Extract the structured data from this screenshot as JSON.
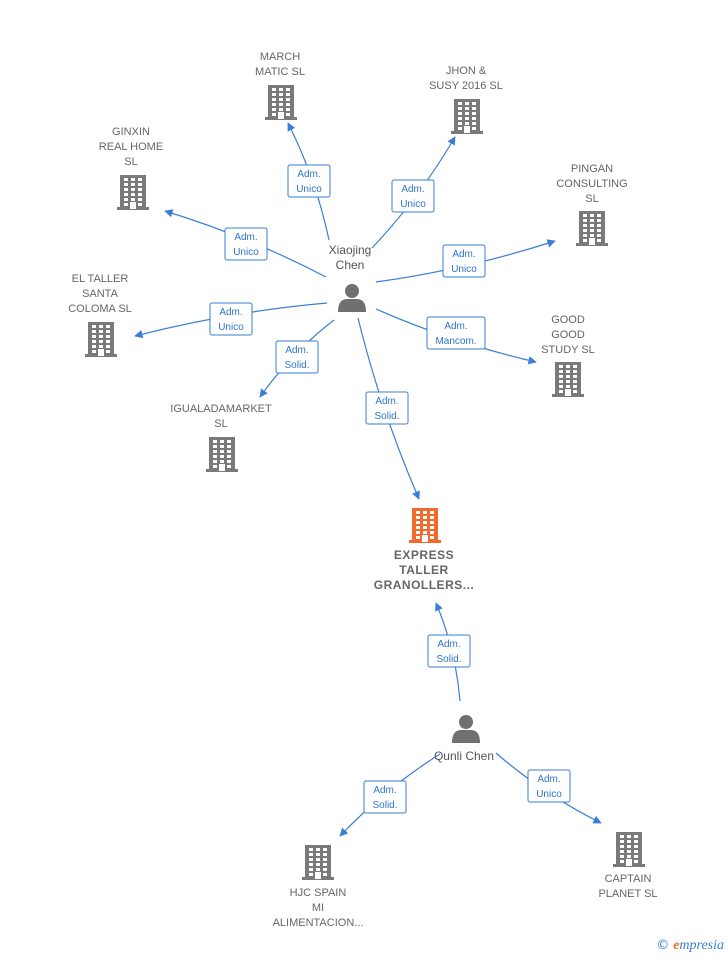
{
  "colors": {
    "edge": "#3a7fd5",
    "building": "#7a7a7a",
    "main_building": "#f26a2e",
    "person": "#707070"
  },
  "nodes": [
    {
      "id": "xiaojing",
      "kind": "person",
      "lines": [
        "Xiaojing",
        "Chen"
      ]
    },
    {
      "id": "qunli",
      "kind": "person",
      "lines": [
        "Qunli Chen"
      ]
    },
    {
      "id": "express",
      "kind": "company",
      "main": true,
      "lines": [
        "EXPRESS",
        "TALLER",
        "GRANOLLERS..."
      ]
    },
    {
      "id": "march",
      "kind": "company",
      "lines": [
        "MARCH",
        "MATIC  SL"
      ]
    },
    {
      "id": "jhon",
      "kind": "company",
      "lines": [
        "JHON &",
        "SUSY 2016  SL"
      ]
    },
    {
      "id": "ginxin",
      "kind": "company",
      "lines": [
        "GINXIN",
        "REAL HOME",
        "SL"
      ]
    },
    {
      "id": "pingan",
      "kind": "company",
      "lines": [
        "PINGAN",
        "CONSULTING",
        "SL"
      ]
    },
    {
      "id": "eltaller",
      "kind": "company",
      "lines": [
        "EL TALLER",
        "SANTA",
        "COLOMA  SL"
      ]
    },
    {
      "id": "goodgood",
      "kind": "company",
      "lines": [
        "GOOD",
        "GOOD",
        "STUDY  SL"
      ]
    },
    {
      "id": "igualada",
      "kind": "company",
      "lines": [
        "IGUALADAMARKET",
        "SL"
      ]
    },
    {
      "id": "hjc",
      "kind": "company",
      "lines": [
        "HJC SPAIN",
        "MI",
        "ALIMENTACION..."
      ]
    },
    {
      "id": "captain",
      "kind": "company",
      "lines": [
        "CAPTAIN",
        "PLANET  SL"
      ]
    }
  ],
  "edges": [
    {
      "from": "xiaojing",
      "to": "march",
      "role": [
        "Adm.",
        "Unico"
      ]
    },
    {
      "from": "xiaojing",
      "to": "jhon",
      "role": [
        "Adm.",
        "Unico"
      ]
    },
    {
      "from": "xiaojing",
      "to": "ginxin",
      "role": [
        "Adm.",
        "Unico"
      ]
    },
    {
      "from": "xiaojing",
      "to": "pingan",
      "role": [
        "Adm.",
        "Unico"
      ]
    },
    {
      "from": "xiaojing",
      "to": "eltaller",
      "role": [
        "Adm.",
        "Unico"
      ]
    },
    {
      "from": "xiaojing",
      "to": "goodgood",
      "role": [
        "Adm.",
        "Mancom."
      ]
    },
    {
      "from": "xiaojing",
      "to": "igualada",
      "role": [
        "Adm.",
        "Solid."
      ]
    },
    {
      "from": "xiaojing",
      "to": "express",
      "role": [
        "Adm.",
        "Solid."
      ]
    },
    {
      "from": "qunli",
      "to": "express",
      "role": [
        "Adm.",
        "Solid."
      ]
    },
    {
      "from": "qunli",
      "to": "hjc",
      "role": [
        "Adm.",
        "Solid."
      ]
    },
    {
      "from": "qunli",
      "to": "captain",
      "role": [
        "Adm.",
        "Unico"
      ]
    }
  ],
  "brand": {
    "copyright": "©",
    "initial": "e",
    "rest": "mpresia"
  }
}
